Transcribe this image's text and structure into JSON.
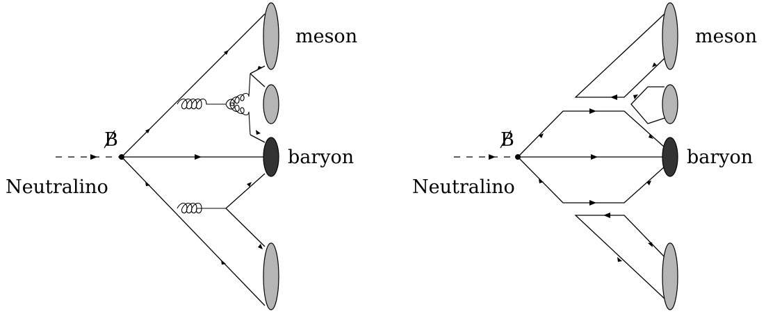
{
  "colors": {
    "meson_blob": "#b5b5b5",
    "baryon_blob": "#333333",
    "line": "#000000"
  },
  "left_diagram": {
    "incoming_label": "Neutralino",
    "vertex_label": "B",
    "meson_top_label": "meson",
    "baryon_label": "baryon"
  },
  "right_diagram": {
    "incoming_label": "Neutralino",
    "vertex_label": "B",
    "meson_top_label": "meson",
    "baryon_label": "baryon"
  }
}
